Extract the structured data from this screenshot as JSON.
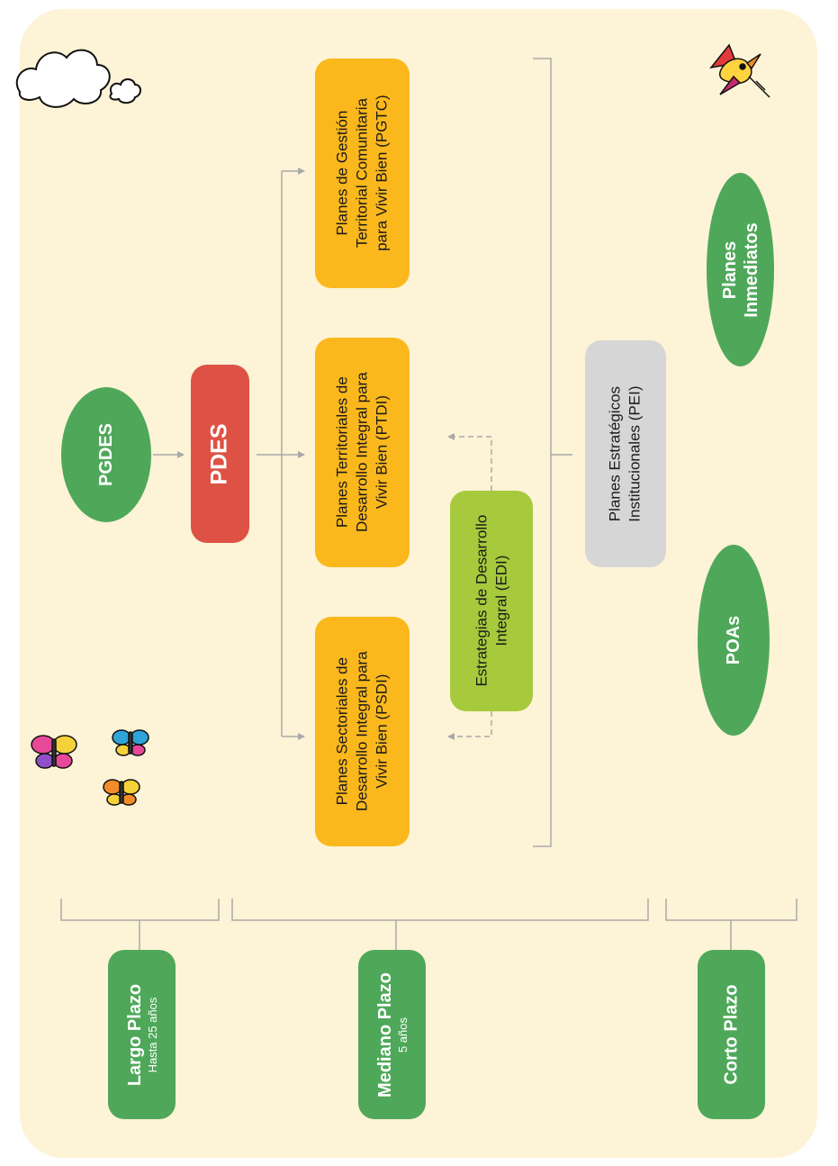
{
  "timeline": {
    "largo": {
      "title": "Largo Plazo",
      "sub": "Hasta 25 años"
    },
    "mediano": {
      "title": "Mediano Plazo",
      "sub": "5 años"
    },
    "corto": {
      "title": "Corto Plazo"
    }
  },
  "nodes": {
    "pgdes": "PGDES",
    "pdes": "PDES",
    "psdi": [
      "Planes Sectoriales de",
      "Desarrollo Integral para",
      "Vivir Bien (PSDI)"
    ],
    "ptdi": [
      "Planes Territoriales de",
      "Desarrollo Integral para",
      "Vivir Bien (PTDI)"
    ],
    "pgtc": [
      "Planes de Gestión",
      "Territorial Comunitaria",
      "para Vivir Bien (PGTC)"
    ],
    "edi": [
      "Estrategias de Desarrollo",
      "Integral (EDI)"
    ],
    "pei": [
      "Planes Estratégicos",
      "Institucionales (PEI)"
    ],
    "poas": "POAs",
    "inmediatos": [
      "Planes",
      "Inmediatos"
    ]
  },
  "colors": {
    "background": "#fdf3d6",
    "green": "#4fa85a",
    "orange": "#fbb81c",
    "red": "#de5245",
    "lime": "#a6ca3c",
    "grey": "#d6d6d6",
    "connector": "#a9a9a9"
  },
  "icons": [
    "cloud-icon",
    "butterfly-icon",
    "bird-icon"
  ]
}
